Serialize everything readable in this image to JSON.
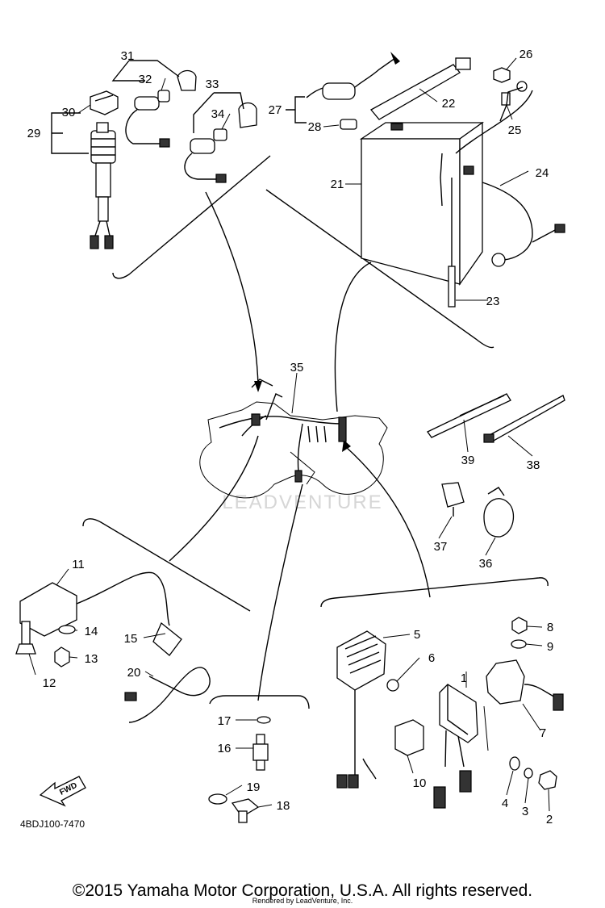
{
  "diagram": {
    "part_code": "4BDJ100-7470",
    "watermark": "LEADVENTURE",
    "fwd_label": "FWD",
    "callouts": [
      "1",
      "2",
      "3",
      "4",
      "5",
      "6",
      "7",
      "8",
      "9",
      "10",
      "11",
      "12",
      "13",
      "14",
      "15",
      "16",
      "17",
      "18",
      "19",
      "20",
      "21",
      "22",
      "23",
      "24",
      "25",
      "26",
      "27",
      "28",
      "29",
      "30",
      "31",
      "32",
      "33",
      "34",
      "35",
      "36",
      "37",
      "38",
      "39"
    ]
  },
  "footer": {
    "copyright": "©2015 Yamaha Motor Corporation, U.S.A. All rights reserved.",
    "rendered_by": "Rendered by LeadVenture, Inc."
  }
}
